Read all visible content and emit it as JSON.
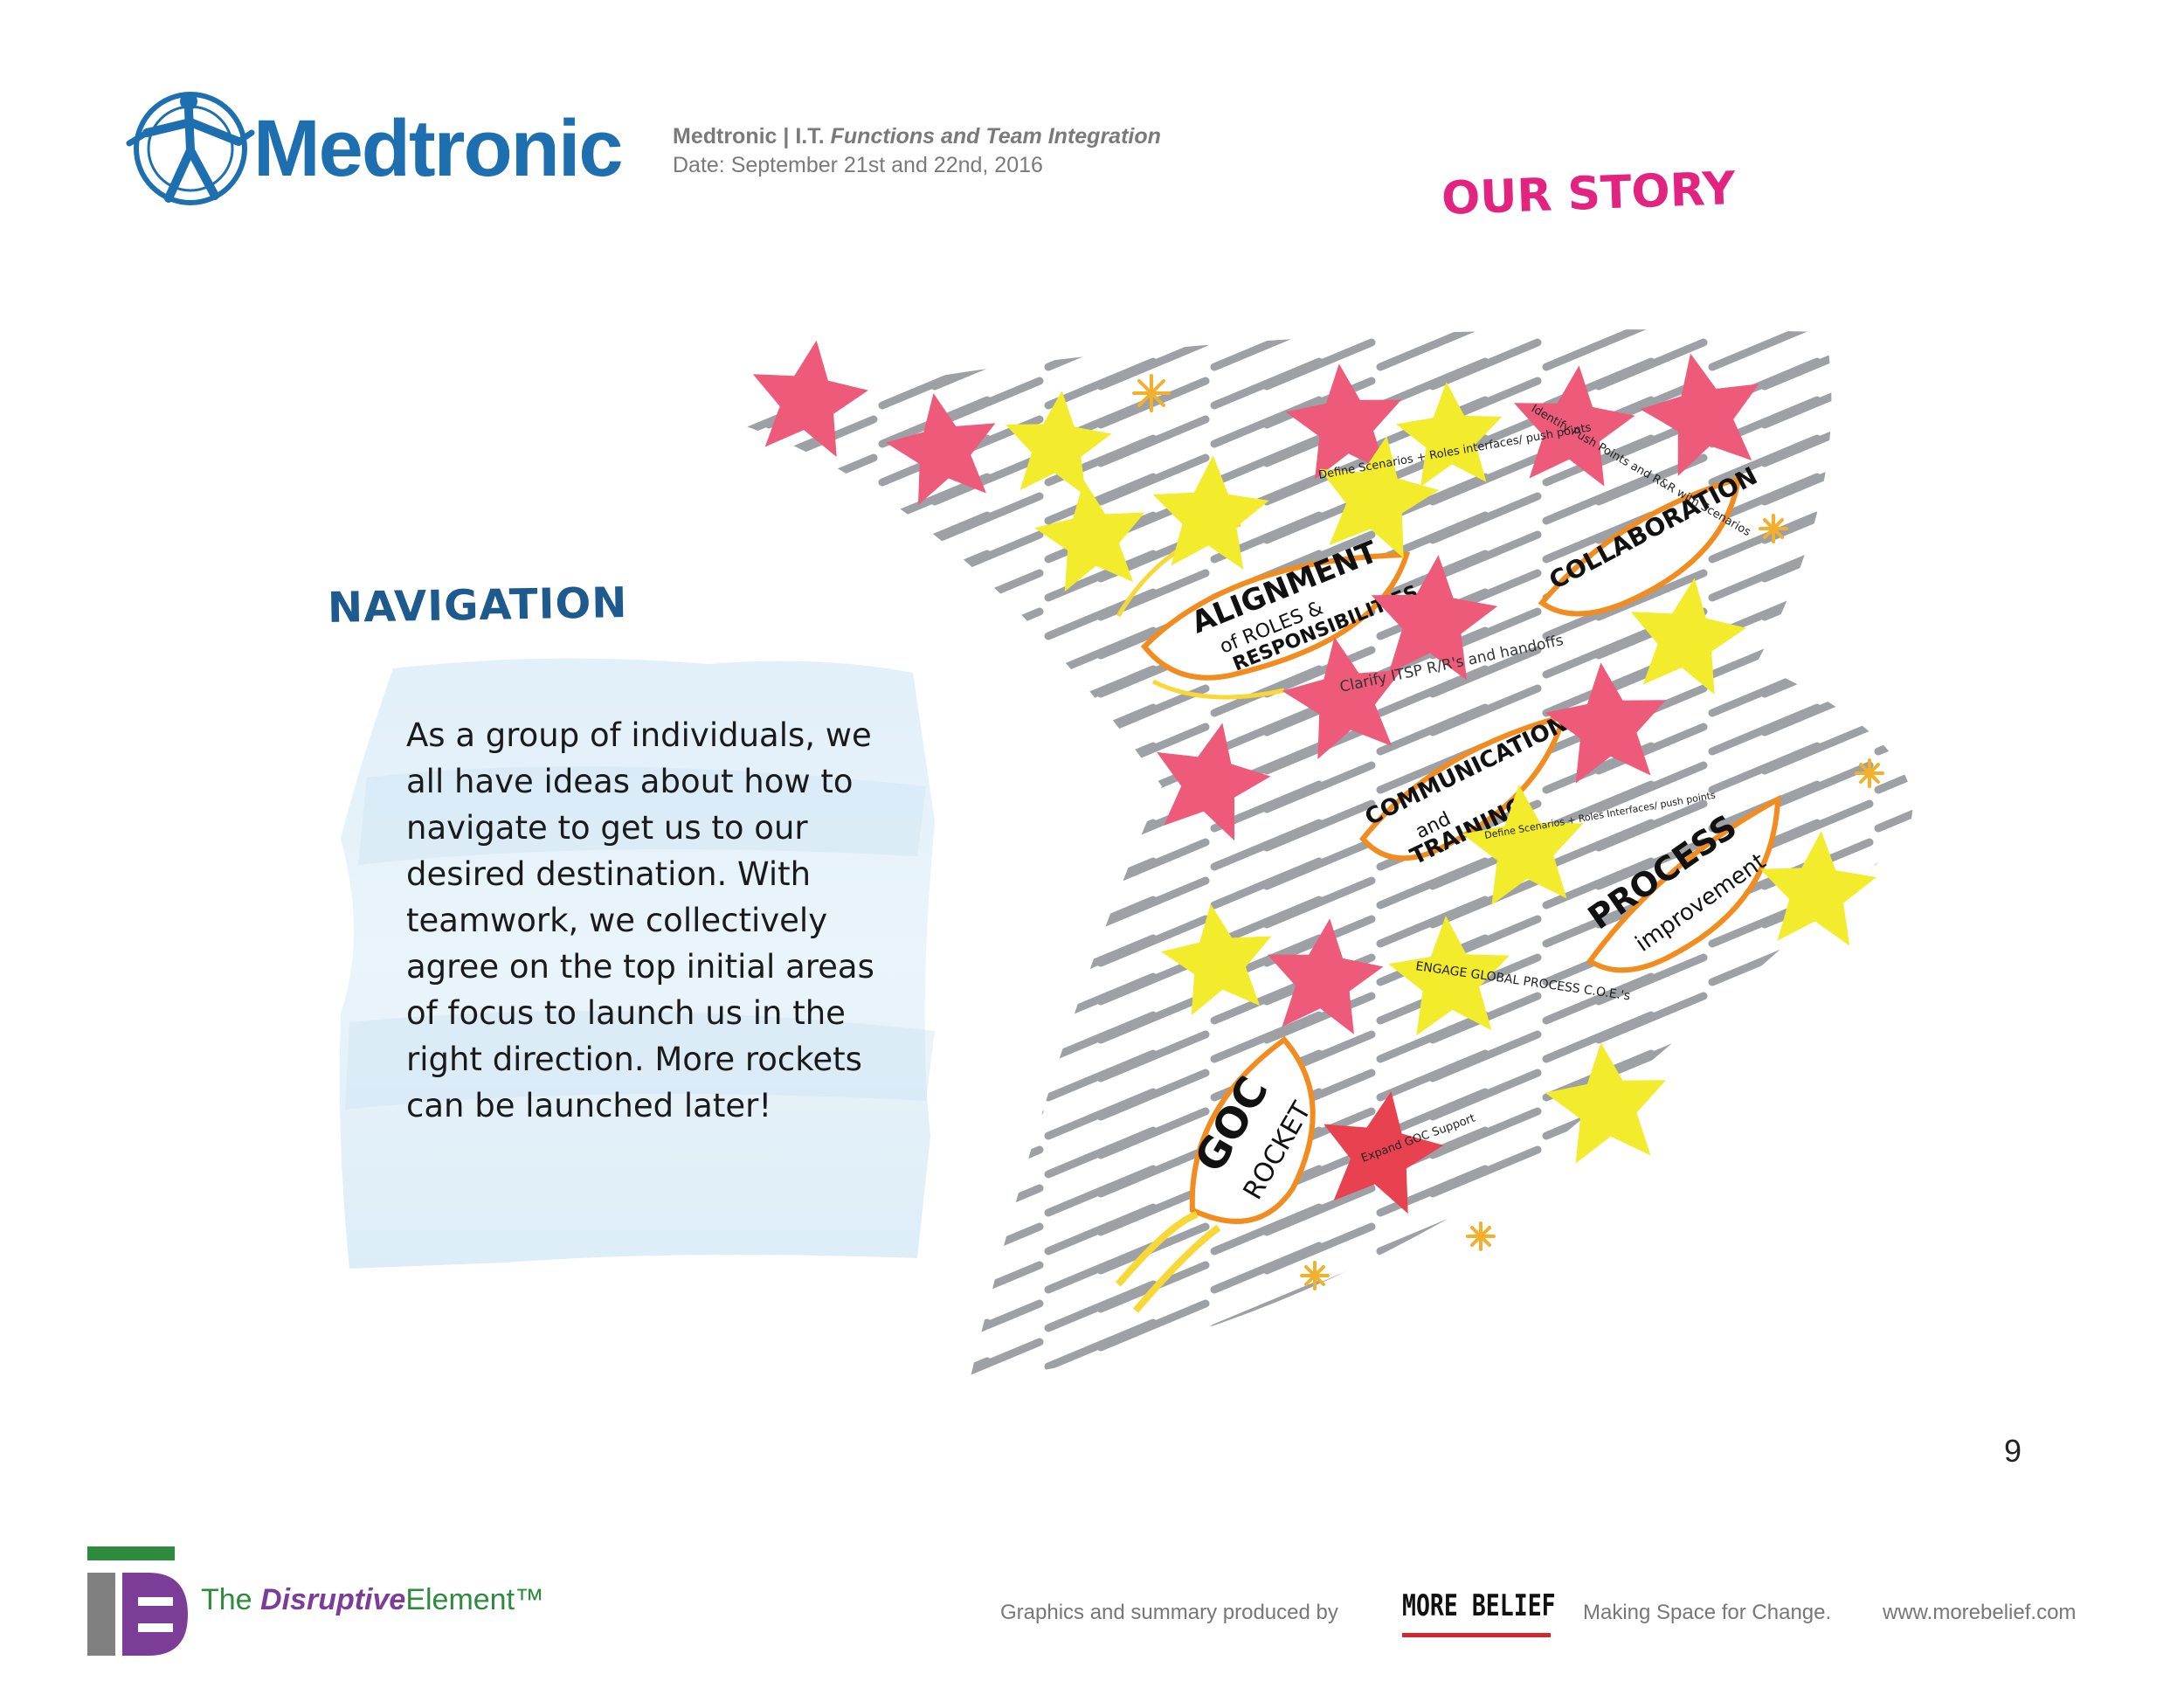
{
  "header": {
    "logo_text": "Medtronic",
    "title_prefix": "Medtronic | I.T. ",
    "title_italic": "Functions and Team Integration",
    "date": "Date: September 21st and 22nd, 2016",
    "section_title": "OUR STORY"
  },
  "navigation": {
    "title": "NAVIGATION",
    "body_lines": [
      "As a group of individuals, we",
      "all have ideas about how to",
      "navigate to get us to our",
      "desired destination.  With",
      "teamwork, we collectively",
      "agree on the top initial areas",
      "of focus to launch us in the",
      "right direction.  More rockets",
      "can be launched later!"
    ]
  },
  "rockets": {
    "alignment": [
      "ALIGNMENT",
      "of ROLES &",
      "RESPONSIBILITIES"
    ],
    "collaboration": "COLLABORATION",
    "communication": [
      "COMMUNICATION",
      "and",
      "TRAINING"
    ],
    "process": [
      "PROCESS",
      "improvement"
    ],
    "goc": [
      "GOC",
      "ROCKET"
    ]
  },
  "notes": {
    "define_scenarios": "Define Scenarios + Roles interfaces/ push points",
    "clarify": "Clarify ITSP R/R's and handoffs",
    "engage": "ENGAGE GLOBAL PROCESS C.O.E.'s",
    "expand_goc": "Expand GOC Support",
    "identify_push": "Identify Push Points and R&R with Scenarios",
    "define_scenarios_2": "Define Scenarios + Roles Interfaces/ push points"
  },
  "page_number": "9",
  "footer": {
    "te_prefix": "The ",
    "te_middle": "Disruptive",
    "te_suffix": "Element™",
    "credit": "Graphics and summary produced by",
    "mb_logo": "MORE BELIEF",
    "tagline": "Making Space for Change.",
    "url": "www.morebelief.com"
  },
  "colors": {
    "medtronic_blue": "#1d6fb0",
    "story_pink": "#e2237f",
    "nav_blue": "#1f5a8f",
    "star_yellow": "#f2ec2c",
    "star_pink": "#ee5a7a",
    "rocket_orange": "#f28c1e",
    "te_green": "#2e8b3e",
    "te_purple": "#7b3d97",
    "te_gray": "#808080",
    "mb_red": "#d4262c"
  }
}
